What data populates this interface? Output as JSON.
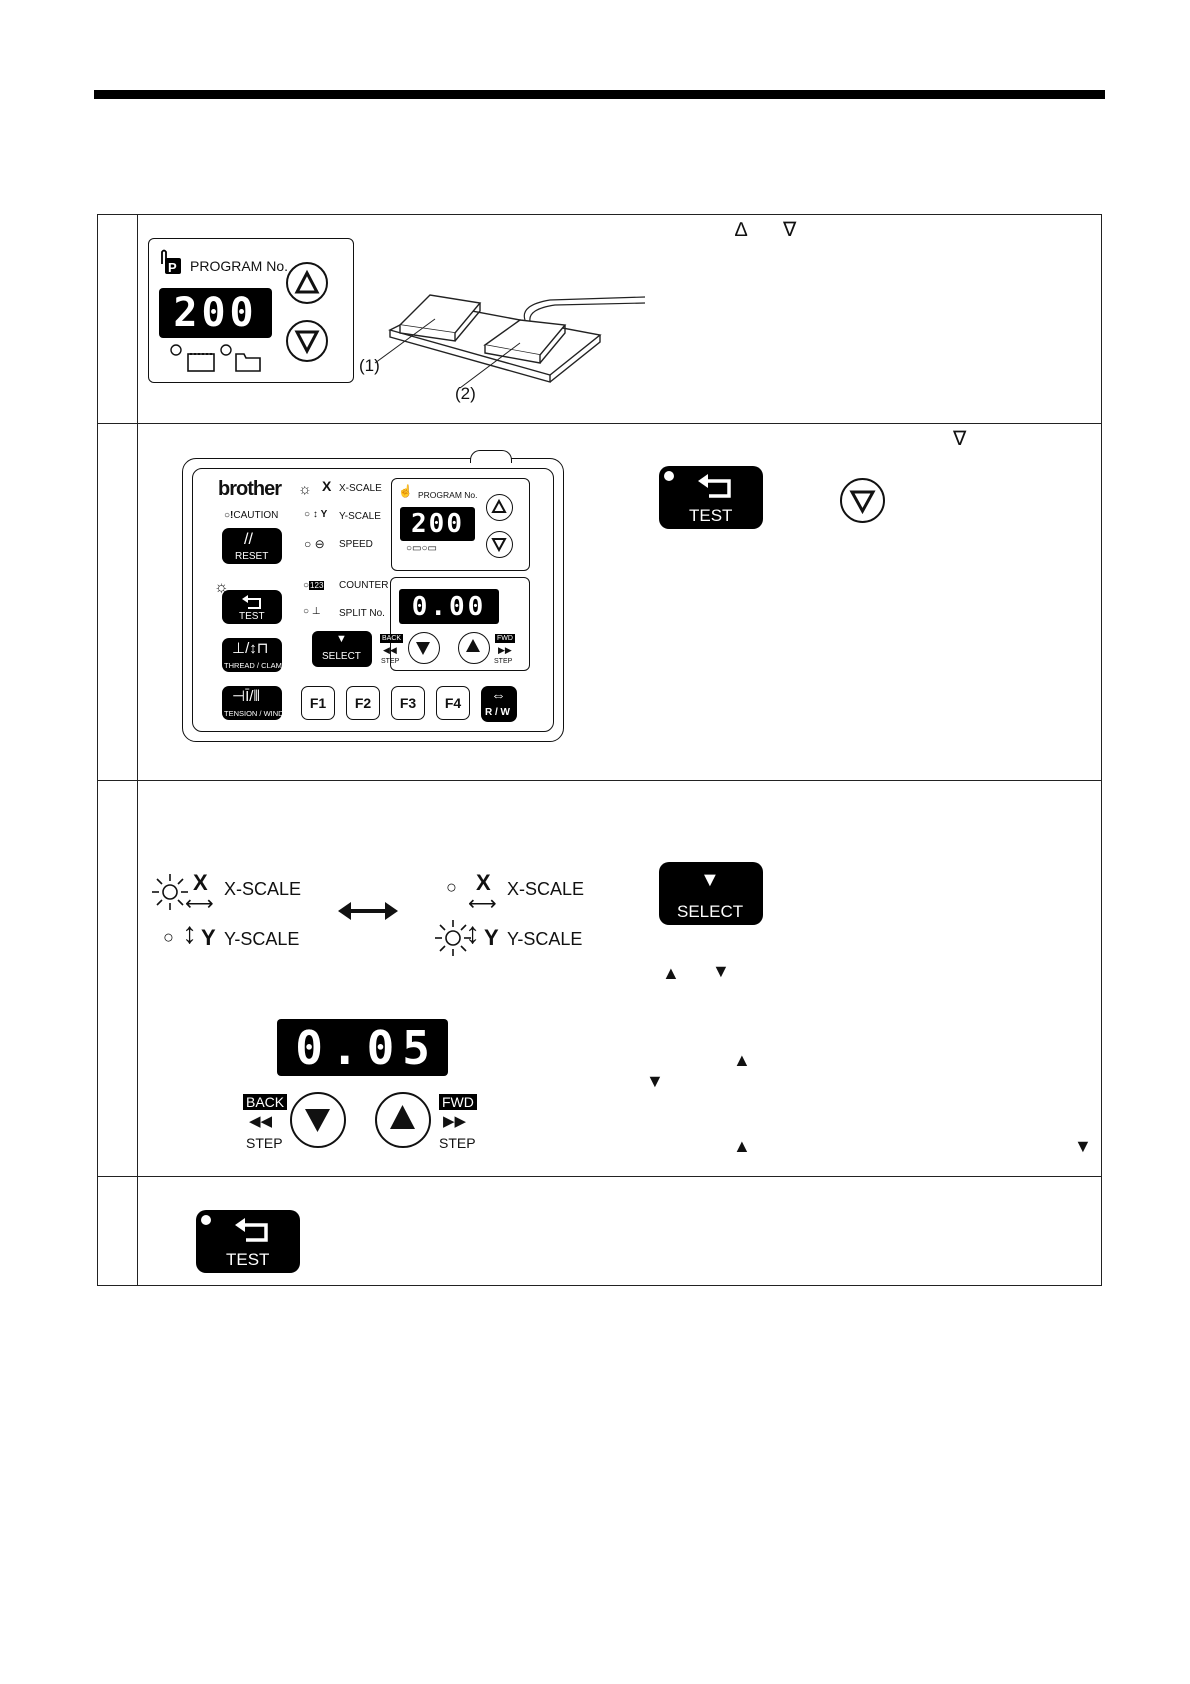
{
  "row1": {
    "program_label": "PROGRAM No.",
    "program_display": "200",
    "callout_1": "(1)",
    "callout_2": "(2)",
    "up_triangle": "∆",
    "down_triangle": "∇"
  },
  "row2": {
    "panel": {
      "brand": "brother",
      "caution": "CAUTION",
      "reset": "RESET",
      "test": "TEST",
      "thread_clamp": "THREAD / CLAMP",
      "tension_wind": "TENSION / WIND",
      "x_scale": "X-SCALE",
      "y_scale": "Y-SCALE",
      "speed": "SPEED",
      "counter": "COUNTER",
      "counter_icon": "123",
      "split_no": "SPLIT No.",
      "program_label": "PROGRAM No.",
      "program_display": "200",
      "value_display": "0.00",
      "select": "SELECT",
      "back": "BACK",
      "fwd": "FWD",
      "step": "STEP",
      "f1": "F1",
      "f2": "F2",
      "f3": "F3",
      "f4": "F4",
      "rw": "R / W"
    },
    "test_button_label": "TEST",
    "down_triangle": "∇"
  },
  "row3": {
    "x_letter": "X",
    "y_letter": "Y",
    "x_scale": "X-SCALE",
    "y_scale": "Y-SCALE",
    "select_label": "SELECT",
    "value_display": "0.05",
    "back": "BACK",
    "fwd": "FWD",
    "step": "STEP",
    "up_solid": "▲",
    "down_solid": "▼"
  },
  "row4": {
    "test_label": "TEST"
  }
}
